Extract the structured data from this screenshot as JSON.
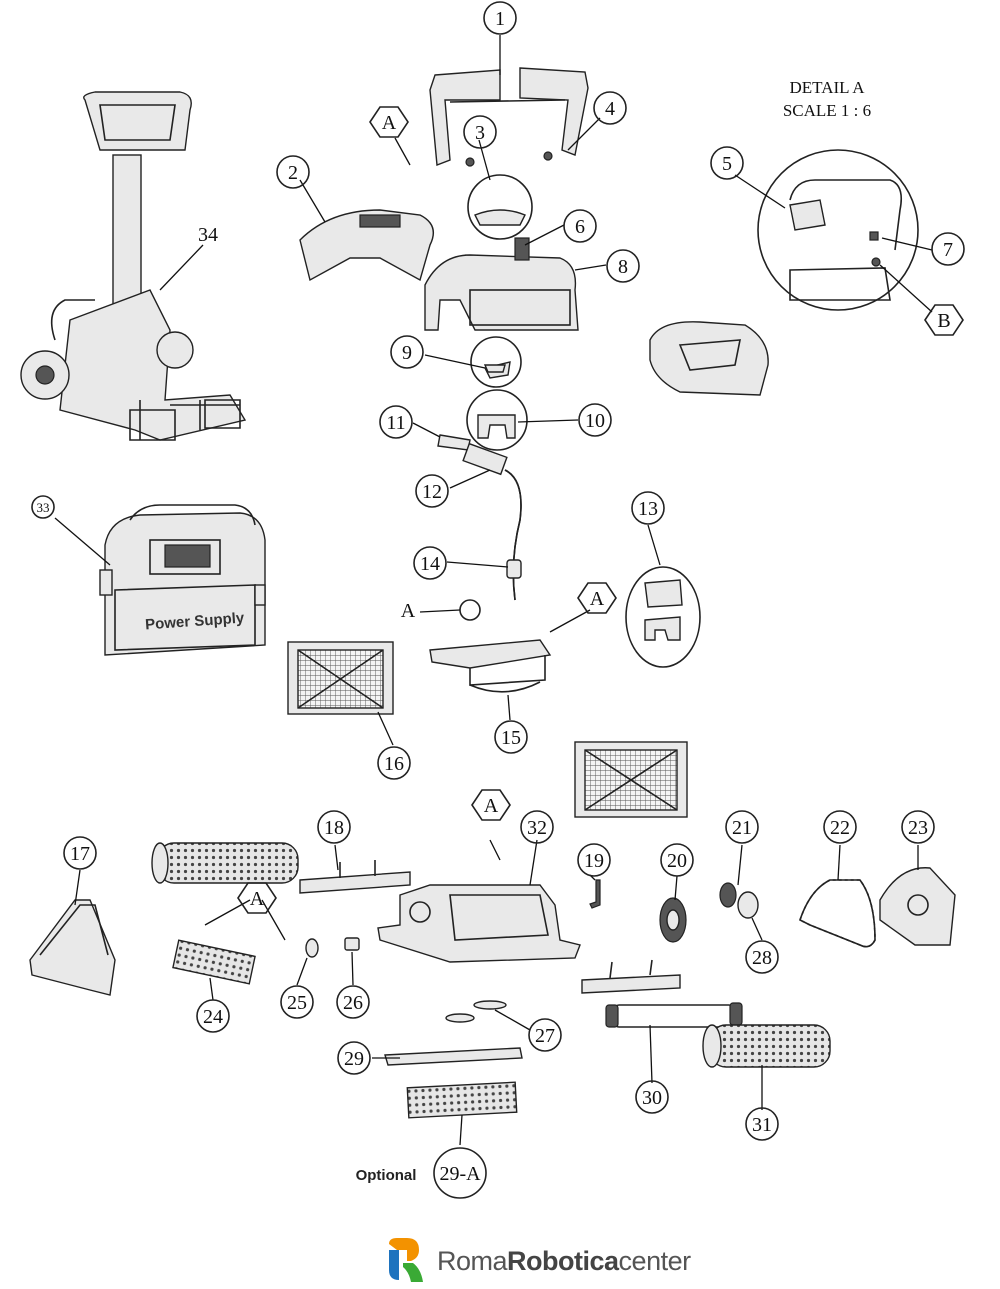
{
  "detail": {
    "title": "DETAIL A",
    "scale": "SCALE 1 : 6"
  },
  "callouts": {
    "c1": "1",
    "c2": "2",
    "c3": "3",
    "c4": "4",
    "c5": "5",
    "c6": "6",
    "c7": "7",
    "c8": "8",
    "c9": "9",
    "c10": "10",
    "c11": "11",
    "c12": "12",
    "c13": "13",
    "c14": "14",
    "c15": "15",
    "c16": "16",
    "c17": "17",
    "c18": "18",
    "c19": "19",
    "c20": "20",
    "c21": "21",
    "c22": "22",
    "c23": "23",
    "c24": "24",
    "c25": "25",
    "c26": "26",
    "c27": "27",
    "c28": "28",
    "c29": "29",
    "c29a": "29-A",
    "c30": "30",
    "c31": "31",
    "c32": "32",
    "c33": "33",
    "c34": "34"
  },
  "markers": {
    "a": "A",
    "b": "B"
  },
  "labels": {
    "optional": "Optional",
    "power_supply": "Power Supply"
  },
  "brand": {
    "name_part1": "Roma",
    "name_part2": "Robotica",
    "name_part3": "center",
    "colors": {
      "orange": "#f39200",
      "blue": "#1e73be",
      "green": "#3aaa35"
    }
  }
}
